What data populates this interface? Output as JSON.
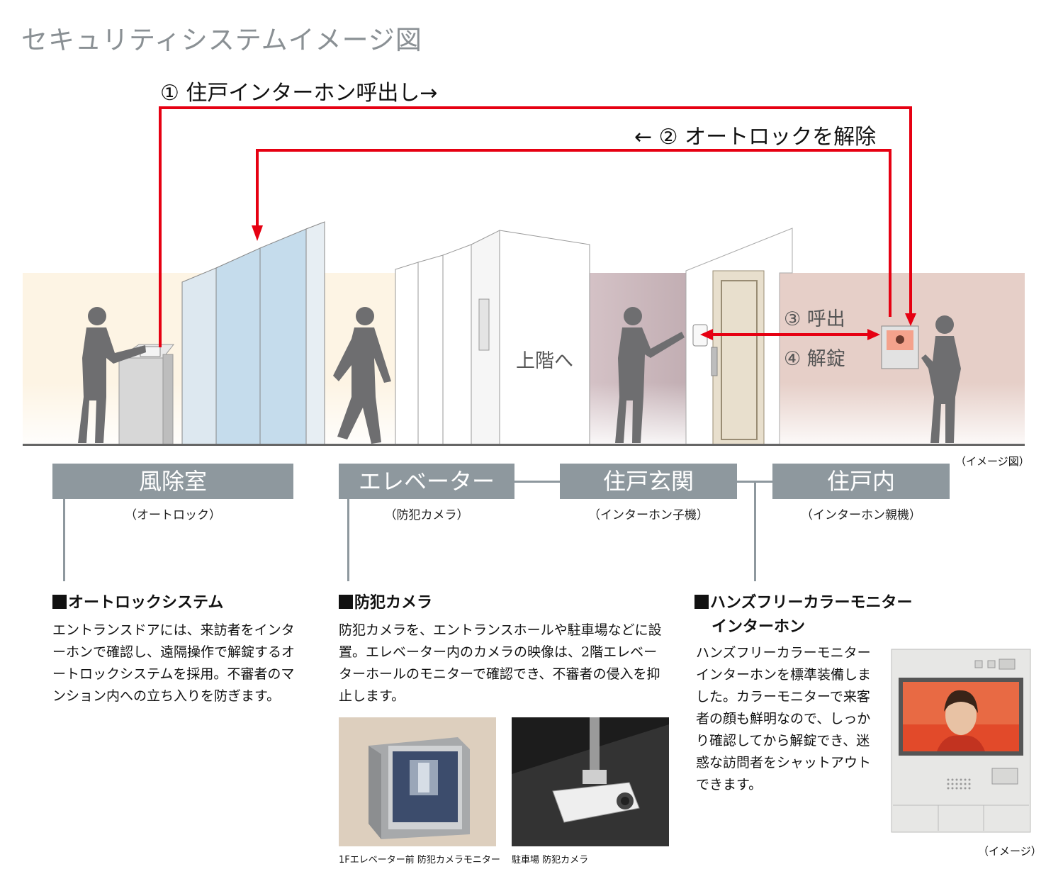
{
  "page": {
    "title": "セキュリティシステムイメージ図"
  },
  "flow": {
    "step1": "① 住戸インターホン呼出し→",
    "step2": "← ② オートロックを解除",
    "step3": "③ 呼出",
    "step4": "④ 解錠",
    "color": "#e60012"
  },
  "scene": {
    "upstairs_label": "上階へ",
    "image_note": "（イメージ図）"
  },
  "zones": [
    {
      "label": "風除室",
      "sub": "（オートロック）"
    },
    {
      "label": "エレベーター",
      "sub": "（防犯カメラ）"
    },
    {
      "label": "住戸玄関",
      "sub": "（インターホン子機）"
    },
    {
      "label": "住戸内",
      "sub": "（インターホン親機）"
    }
  ],
  "sections": {
    "autolock": {
      "title": "オートロックシステム",
      "body": "エントランスドアには、来訪者をインターホンで確認し、遠隔操作で解錠するオートロックシステムを採用。不審者のマンション内への立ち入りを防ぎます。"
    },
    "camera": {
      "title": "防犯カメラ",
      "body": "防犯カメラを、エントランスホールや駐車場などに設置。エレベーター内のカメラの映像は、2階エレベーターホールのモニターで確認でき、不審者の侵入を抑止します。",
      "photo1_caption": "1Fエレベーター前 防犯カメラモニター",
      "photo2_caption": "駐車場 防犯カメラ"
    },
    "intercom": {
      "title_line1": "ハンズフリーカラーモニター",
      "title_line2": "インターホン",
      "body": "ハンズフリーカラーモニターインターホンを標準装備しました。カラーモニターで来客者の顔も鮮明なので、しっかり確認してから解錠でき、迷惑な訪問者をシャットアウトできます。",
      "image_note": "（イメージ）"
    }
  },
  "colors": {
    "zone_box": "#8e989e",
    "wall_left": "#fdf4e4",
    "wall_mid": "#c9b3b8",
    "wall_right": "#e6cfc8",
    "glass": "#c5dcec",
    "silhouette": "#6e6e70"
  }
}
